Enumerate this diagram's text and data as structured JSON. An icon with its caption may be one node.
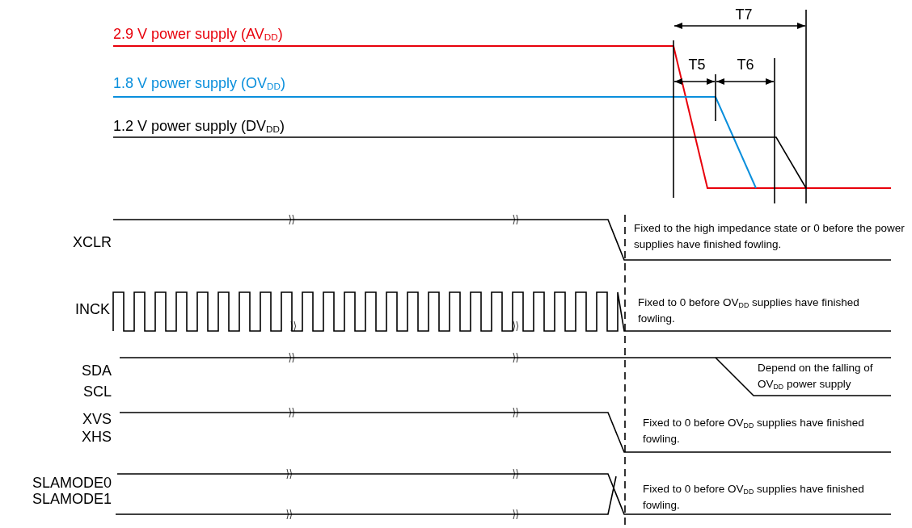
{
  "diagram": {
    "labels": [
      "T7",
      "2.9 V power supply (AV$_{DD}$)",
      "T5",
      "T6",
      "1.8 V power supply (OV$_{DD}$)",
      "1.2 V power supply (DV$_{DD}$)",
      "Fixed to the high impedance state or 0 before the power supplies have finished fowling.",
      "XCLR",
      "INCK",
      "Fixed to 0 before OV$_{DD}$ supplies have finished fowling.",
      "SDA",
      "Depend on the falling of OV$_{DD}$ power supply",
      "SCL",
      "XVS",
      "Fixed to 0 before OV$_{DD}$ supplies have finished fowling.",
      "XHS",
      "SLAMODE0",
      "Fixed to 0 before OV$_{DD}$ supplies have finished fowling.",
      "SLAMODE1"
    ]
  }
}
